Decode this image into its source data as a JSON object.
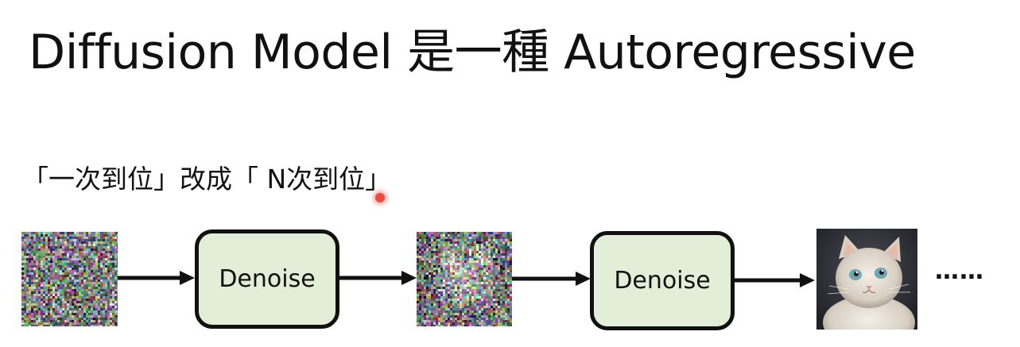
{
  "title": "Diffusion Model 是一種 Autoregressive",
  "subtitle": "「一次到位」改成「 N次到位」",
  "steps": [
    {
      "kind": "image",
      "content": "pure-noise"
    },
    {
      "kind": "denoise",
      "label": "Denoise"
    },
    {
      "kind": "image",
      "content": "partially-denoised-cat"
    },
    {
      "kind": "denoise",
      "label": "Denoise"
    },
    {
      "kind": "image",
      "content": "cat-image"
    }
  ],
  "ellipsis": "……",
  "colors": {
    "denoise_box_fill": "#e3eed8",
    "box_border": "#111111",
    "arrow": "#111111",
    "pointer": "#f24a3a"
  }
}
